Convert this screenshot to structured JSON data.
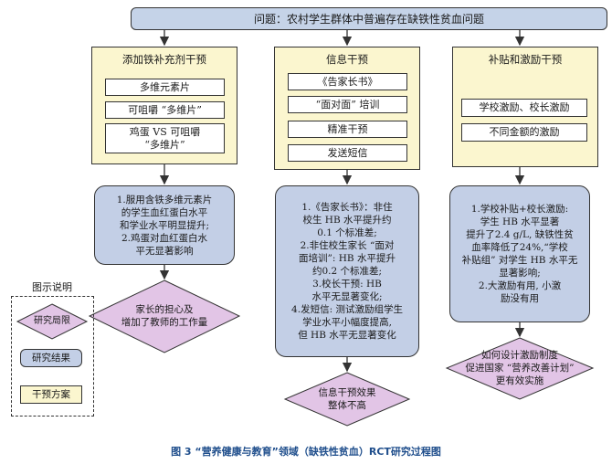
{
  "problem": "问题：农村学生群体中普遍存在缺铁性贫血问题",
  "columns": [
    {
      "header": "添加铁补充剂干预",
      "items": [
        "多维元素片",
        "可咀嚼 “多维片”",
        "鸡蛋 VS 可咀嚼\n“多维片”"
      ],
      "result": "1.服用含铁多维元素片\n的学生血红蛋白水平\n和学业水平明显提升;\n2.鸡蛋对血红蛋白水\n平无显著影响",
      "limitation": "家长的担心及\n增加了教师的工作量"
    },
    {
      "header": "信息干预",
      "items": [
        "《告家长书》",
        "“面对面” 培训",
        "精准干预",
        "发送短信"
      ],
      "result": "1.《告家长书》：非住\n校生 HB 水平提升约\n0.1 个标准差;\n2.非住校生家长 “面对\n面培训”: HB 水平提升\n约0.2 个标准差;\n3.校长干预: HB\n水平无显著变化;\n4.发短信: 测试激励组学生\n学业水平小幅度提高,\n但 HB 水平无显著变化",
      "limitation": "信息干预效果\n整体不高"
    },
    {
      "header": "补贴和激励干预",
      "items": [
        "学校激励、校长激励",
        "不同金额的激励"
      ],
      "result": "1.学校补贴+校长激励:\n学生 HB 水平显著\n提升了2.4 g/L, 缺铁性贫\n血率降低了24%,“学校\n补贴组” 对学生 HB 水平无\n显著影响;\n2.大激励有用, 小激\n励没有用",
      "limitation": "如何设计激励制度\n促进国家 “营养改善计划”\n更有效实施"
    }
  ],
  "legend": {
    "title": "图示说明",
    "items": [
      "研究局限",
      "研究结果",
      "干预方案"
    ]
  },
  "caption": "图 3 “营养健康与教育”领域（缺铁性贫血）RCT研究过程图",
  "colors": {
    "title_fill": "#c5d3e8",
    "intervention_fill": "#fbf6cf",
    "result_fill": "#c3cfe6",
    "limitation_fill": "#e2c5e6",
    "caption": "#1f4e8c"
  }
}
